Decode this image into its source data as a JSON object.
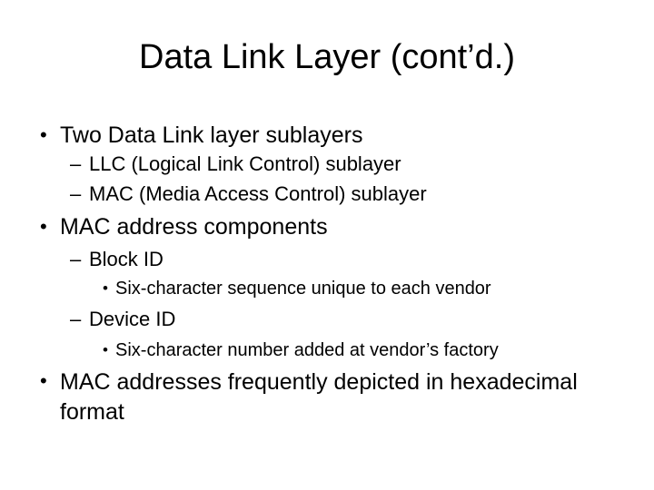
{
  "slide": {
    "title": "Data Link Layer (cont’d.)",
    "background_color": "#ffffff",
    "text_color": "#000000",
    "bullets": [
      {
        "level": 1,
        "marker": "•",
        "text": "Two Data Link layer sublayers"
      },
      {
        "level": 2,
        "marker": "–",
        "text": "LLC (Logical Link Control) sublayer"
      },
      {
        "level": 2,
        "marker": "–",
        "text": "MAC (Media Access Control) sublayer"
      },
      {
        "level": 1,
        "marker": "•",
        "text": "MAC address components"
      },
      {
        "level": 2,
        "marker": "–",
        "text": "Block ID"
      },
      {
        "level": 3,
        "marker": "•",
        "text": "Six-character sequence unique to each vendor"
      },
      {
        "level": 2,
        "marker": "–",
        "text": "Device ID"
      },
      {
        "level": 3,
        "marker": "•",
        "text": "Six-character number added at vendor’s factory"
      },
      {
        "level": 1,
        "marker": "•",
        "text": "MAC addresses frequently depicted in hexadecimal format"
      }
    ]
  }
}
